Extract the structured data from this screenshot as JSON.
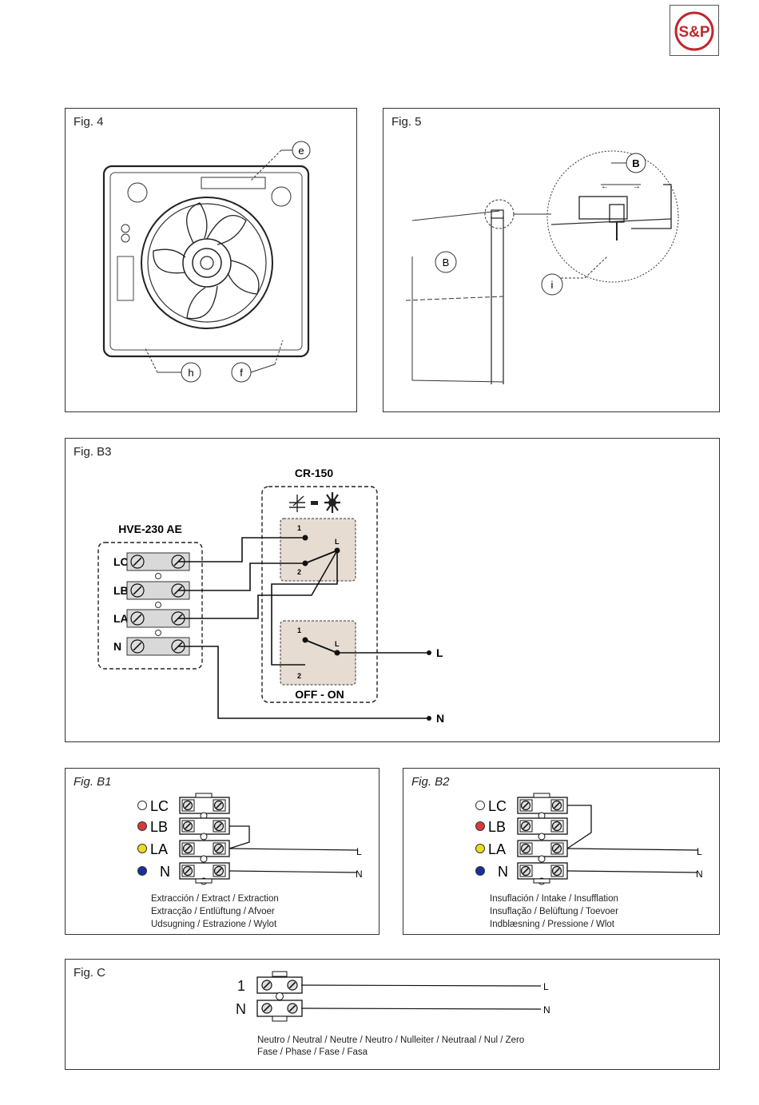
{
  "logo": {
    "text": "S&P",
    "color": "#c0272d"
  },
  "fig4": {
    "label": "Fig. 4",
    "callouts": {
      "e": "e",
      "h": "h",
      "f": "f"
    }
  },
  "fig5": {
    "label": "Fig. 5",
    "callouts": {
      "B_top": "B",
      "B_panel": "B",
      "i": "i"
    }
  },
  "figB3": {
    "label": "Fig. B3",
    "controller_title": "CR-150",
    "unit_title": "HVE-230 AE",
    "terminals": [
      "LC",
      "LB",
      "LA",
      "N"
    ],
    "switch1": {
      "pin1": "1",
      "pin2": "2",
      "pinL": "L"
    },
    "switch2": {
      "pin1": "1",
      "pin2": "2",
      "pinL": "L"
    },
    "switch_caption": "OFF - ON",
    "line_L": "L",
    "line_N": "N",
    "switch_fill": "#e6dcd2"
  },
  "figB1": {
    "label": "Fig. B1",
    "terminals": [
      "LC",
      "LB",
      "LA",
      "N"
    ],
    "dot_colors": [
      "#ffffff",
      "#d83a3a",
      "#f2dc1a",
      "#1a2f9e"
    ],
    "line_L": "L",
    "line_N": "N",
    "caption": [
      "Extracción / Extract / Extraction",
      "Extracção / Entlüftung / Afvoer",
      "Udsugning / Estrazione / Wylot"
    ]
  },
  "figB2": {
    "label": "Fig. B2",
    "terminals": [
      "LC",
      "LB",
      "LA",
      "N"
    ],
    "dot_colors": [
      "#ffffff",
      "#d83a3a",
      "#f2dc1a",
      "#1a2f9e"
    ],
    "line_L": "L",
    "line_N": "N",
    "caption": [
      "Insuflación / Intake / Insufflation",
      "Insuflação / Belüftung / Toevoer",
      "Indblæsning / Pressione / Wlot"
    ]
  },
  "figC": {
    "label": "Fig. C",
    "terminals": [
      "1",
      "N"
    ],
    "line_L": "L",
    "line_N": "N",
    "caption": [
      "Neutro / Neutral / Neutre / Neutro / Nulleiter / Neutraal / Nul / Zero",
      "Fase / Phase / Fase / Fasa"
    ]
  }
}
